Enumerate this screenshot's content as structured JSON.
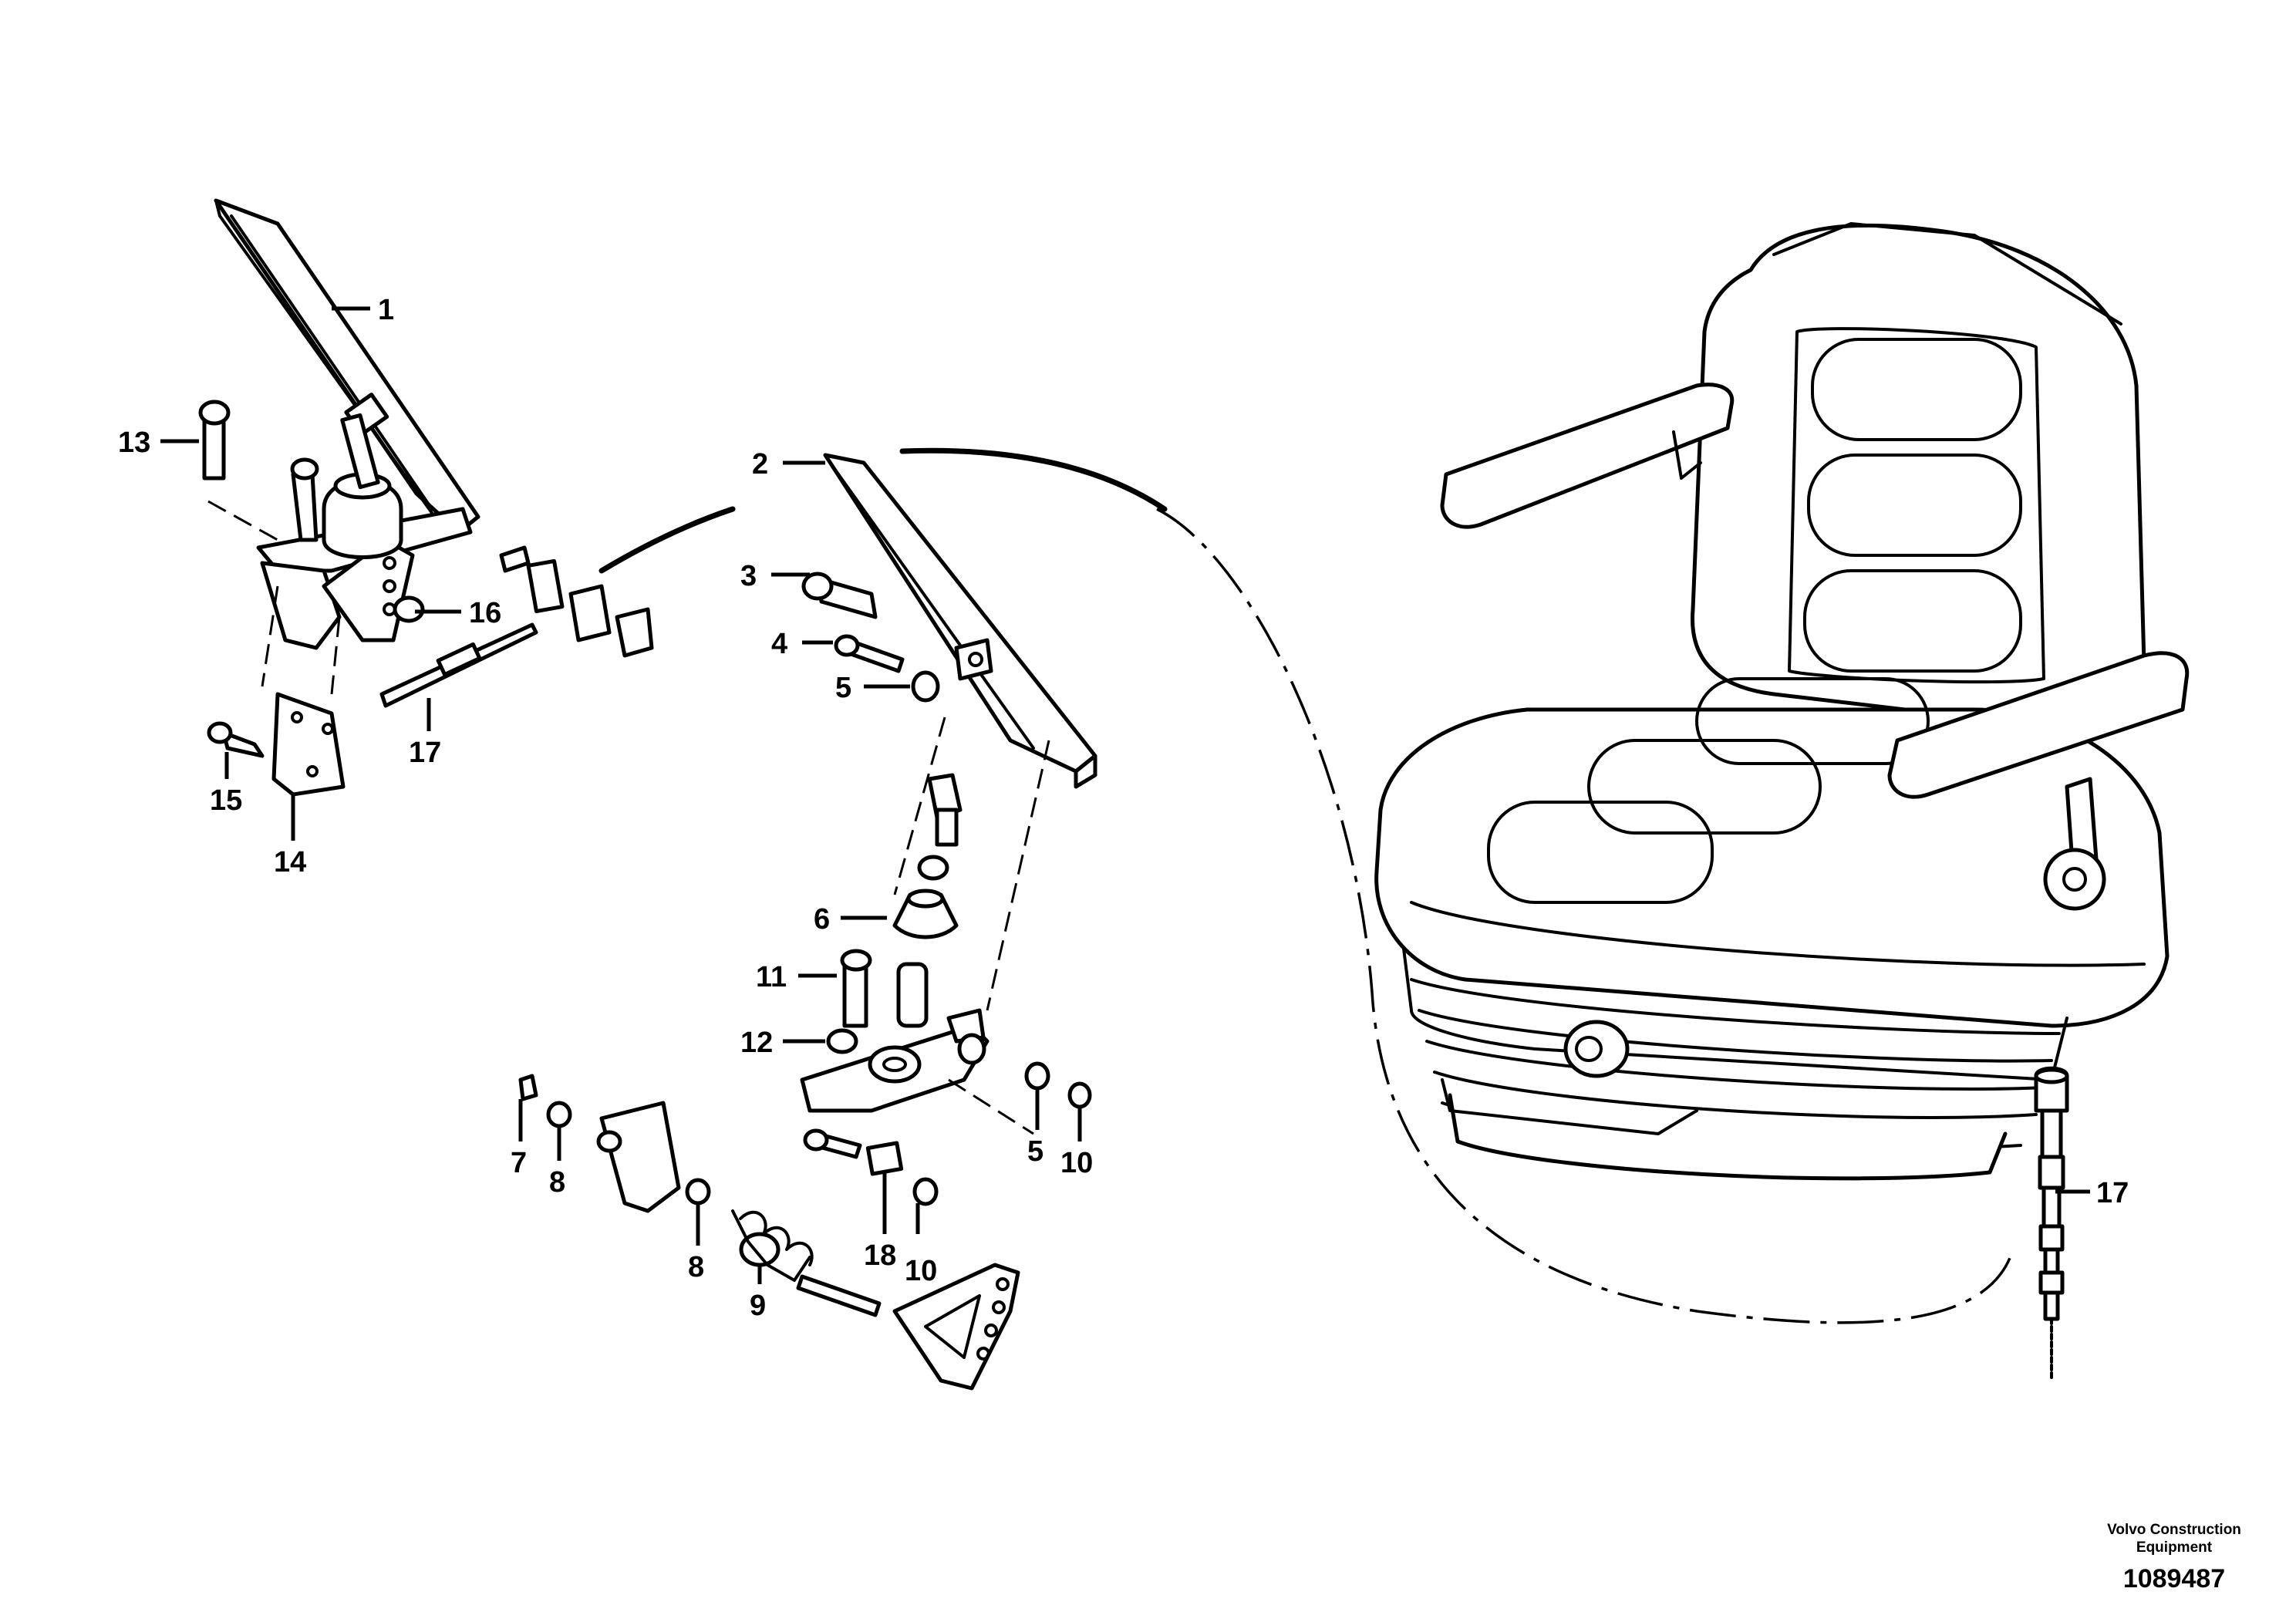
{
  "callouts": [
    {
      "id": "c1",
      "label": "1"
    },
    {
      "id": "c2",
      "label": "2"
    },
    {
      "id": "c3",
      "label": "3"
    },
    {
      "id": "c4",
      "label": "4"
    },
    {
      "id": "c5a",
      "label": "5"
    },
    {
      "id": "c5b",
      "label": "5"
    },
    {
      "id": "c6",
      "label": "6"
    },
    {
      "id": "c7",
      "label": "7"
    },
    {
      "id": "c8a",
      "label": "8"
    },
    {
      "id": "c8b",
      "label": "8"
    },
    {
      "id": "c9",
      "label": "9"
    },
    {
      "id": "c10a",
      "label": "10"
    },
    {
      "id": "c10b",
      "label": "10"
    },
    {
      "id": "c11",
      "label": "11"
    },
    {
      "id": "c12",
      "label": "12"
    },
    {
      "id": "c13",
      "label": "13"
    },
    {
      "id": "c14",
      "label": "14"
    },
    {
      "id": "c15",
      "label": "15"
    },
    {
      "id": "c16",
      "label": "16"
    },
    {
      "id": "c17a",
      "label": "17"
    },
    {
      "id": "c17b",
      "label": "17"
    },
    {
      "id": "c18",
      "label": "18"
    }
  ],
  "footer": {
    "brand_line1": "Volvo Construction",
    "brand_line2": "Equipment",
    "drawing_number": "1089487"
  }
}
